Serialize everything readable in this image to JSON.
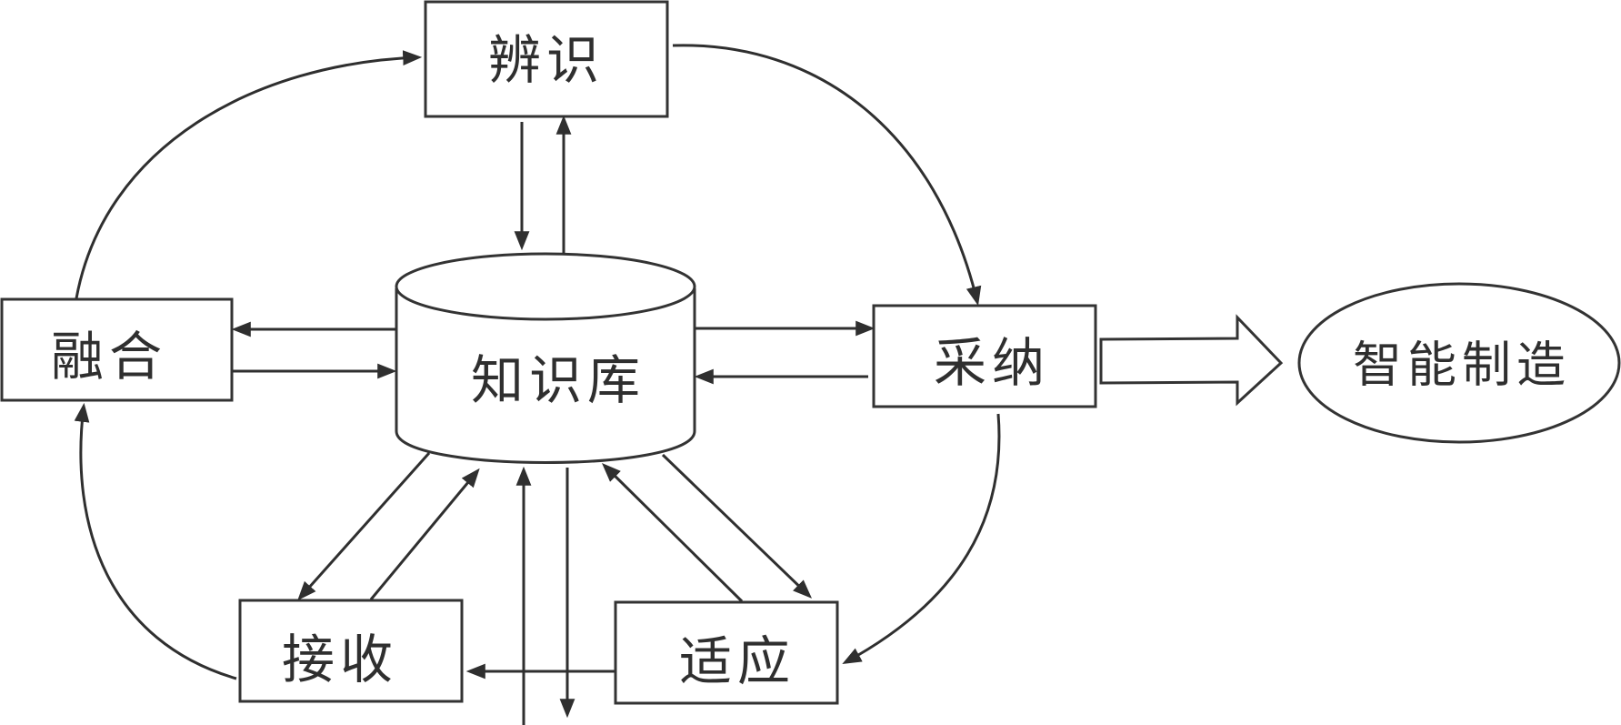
{
  "nodes": {
    "identify": "辨识",
    "fusion": "融合",
    "knowledge_base": "知识库",
    "adopt": "采纳",
    "smart_manufacturing": "智能制造",
    "receive": "接收",
    "adapt": "适应"
  },
  "colors": {
    "stroke": "#2f2f2f",
    "background": "#ffffff"
  }
}
